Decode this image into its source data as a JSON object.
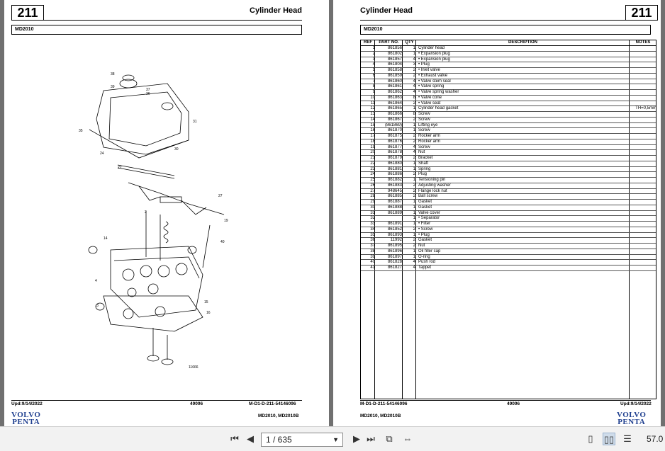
{
  "page_left": {
    "section_number": "211",
    "title": "Cylinder Head",
    "model": "MD2010",
    "footer_date": "Upd:9/14/2022",
    "footer_code": "49096",
    "footer_ref": "M-D1-D-211-54146096",
    "footer_models": "MD2010, MD2010B",
    "diagram_id": "11666",
    "logo_line1": "VOLVO",
    "logo_line2": "PENTA"
  },
  "page_right": {
    "section_number": "211",
    "title": "Cylinder Head",
    "model": "MD2010",
    "footer_date": "Upd:9/14/2022",
    "footer_code": "49096",
    "footer_ref": "M-D1-D-211-54146096",
    "footer_models": "MD2010, MD2010B",
    "logo_line1": "VOLVO",
    "logo_line2": "PENTA",
    "table_headers": {
      "ref": "REF",
      "part_no": "PART NO.",
      "qty": "QTY",
      "description": "DESCRIPTION",
      "notes": "NOTES"
    },
    "rows": [
      {
        "ref": "1",
        "pn": "861856",
        "qty": "1",
        "desc": "Cylinder head",
        "notes": ""
      },
      {
        "ref": "2",
        "pn": "861802",
        "qty": "1",
        "desc": "• Expansion plug",
        "notes": ""
      },
      {
        "ref": "3",
        "pn": "861857",
        "qty": "4",
        "desc": "• Expansion plug",
        "notes": ""
      },
      {
        "ref": "4",
        "pn": "861804",
        "qty": "3",
        "desc": "• Plug",
        "notes": ""
      },
      {
        "ref": "5",
        "pn": "861858",
        "qty": "2",
        "desc": "• Inlet valve",
        "notes": ""
      },
      {
        "ref": "6",
        "pn": "861859",
        "qty": "2",
        "desc": "• Exhaust valve",
        "notes": ""
      },
      {
        "ref": "7",
        "pn": "861860",
        "qty": "4",
        "desc": "• Valve stem seal",
        "notes": ""
      },
      {
        "ref": "8",
        "pn": "861861",
        "qty": "4",
        "desc": "• Valve spring",
        "notes": ""
      },
      {
        "ref": "9",
        "pn": "861862",
        "qty": "4",
        "desc": "• Valve spring washer",
        "notes": ""
      },
      {
        "ref": "10",
        "pn": "861863",
        "qty": "8",
        "desc": "• Valve cone",
        "notes": ""
      },
      {
        "ref": "11",
        "pn": "861864",
        "qty": "2",
        "desc": "• Valve seat",
        "notes": ""
      },
      {
        "ref": "12",
        "pn": "861865",
        "qty": "1",
        "desc": "Cylinder head gasket",
        "notes": "TH=0,5mm"
      },
      {
        "ref": "13",
        "pn": "861866",
        "qty": "8",
        "desc": "Screw",
        "notes": ""
      },
      {
        "ref": "14",
        "pn": "861867",
        "qty": "2",
        "desc": "Screw",
        "notes": ""
      },
      {
        "ref": "15",
        "pn": "(861869)",
        "qty": "1",
        "desc": "Lifting eye",
        "notes": ""
      },
      {
        "ref": "16",
        "pn": "861870",
        "qty": "1",
        "desc": "Screw",
        "notes": ""
      },
      {
        "ref": "17",
        "pn": "861875",
        "qty": "2",
        "desc": "Rocker arm",
        "notes": ""
      },
      {
        "ref": "18",
        "pn": "861876",
        "qty": "2",
        "desc": "Rocker arm",
        "notes": ""
      },
      {
        "ref": "19",
        "pn": "861877",
        "qty": "4",
        "desc": "Screw",
        "notes": ""
      },
      {
        "ref": "20",
        "pn": "861878",
        "qty": "4",
        "desc": "Nut",
        "notes": ""
      },
      {
        "ref": "21",
        "pn": "861879",
        "qty": "2",
        "desc": "Bracket",
        "notes": ""
      },
      {
        "ref": "22",
        "pn": "861880",
        "qty": "1",
        "desc": "Shaft",
        "notes": ""
      },
      {
        "ref": "23",
        "pn": "861881",
        "qty": "1",
        "desc": "Spring",
        "notes": ""
      },
      {
        "ref": "24",
        "pn": "861886",
        "qty": "2",
        "desc": "Plug",
        "notes": ""
      },
      {
        "ref": "25",
        "pn": "861882",
        "qty": "1",
        "desc": "Tensioning pin",
        "notes": ""
      },
      {
        "ref": "26",
        "pn": "861883",
        "qty": "2",
        "desc": "Adjusting washer",
        "notes": ""
      },
      {
        "ref": "27",
        "pn": "948645",
        "qty": "2",
        "desc": "Flange lock nut",
        "notes": ""
      },
      {
        "ref": "28",
        "pn": "861885",
        "qty": "2",
        "desc": "Ball screw",
        "notes": ""
      },
      {
        "ref": "29",
        "pn": "861887",
        "qty": "1",
        "desc": "Gasket",
        "notes": ""
      },
      {
        "ref": "30",
        "pn": "861888",
        "qty": "1",
        "desc": "Gasket",
        "notes": ""
      },
      {
        "ref": "31",
        "pn": "861889",
        "qty": "1",
        "desc": "Valve cover",
        "notes": ""
      },
      {
        "ref": "32",
        "pn": "",
        "qty": "1",
        "desc": "• Separator",
        "notes": ""
      },
      {
        "ref": "33",
        "pn": "861891",
        "qty": "1",
        "desc": "• Filter",
        "notes": ""
      },
      {
        "ref": "34",
        "pn": "861852",
        "qty": "2",
        "desc": "• Screw",
        "notes": ""
      },
      {
        "ref": "35",
        "pn": "861893",
        "qty": "1",
        "desc": "• Plug",
        "notes": ""
      },
      {
        "ref": "36",
        "pn": "11992",
        "qty": "2",
        "desc": "Gasket",
        "notes": ""
      },
      {
        "ref": "37",
        "pn": "861895",
        "qty": "2",
        "desc": "Nut",
        "notes": ""
      },
      {
        "ref": "38",
        "pn": "861896",
        "qty": "1",
        "desc": "Oil filler cap",
        "notes": ""
      },
      {
        "ref": "39",
        "pn": "861897",
        "qty": "1",
        "desc": "O-ring",
        "notes": ""
      },
      {
        "ref": "40",
        "pn": "861828",
        "qty": "4",
        "desc": "Push rod",
        "notes": ""
      },
      {
        "ref": "41",
        "pn": "861827",
        "qty": "4",
        "desc": "Tappet",
        "notes": ""
      }
    ]
  },
  "toolbar": {
    "page_display": "1 / 635",
    "zoom": "57.0",
    "icons": [
      "first-page-icon",
      "prev-page-icon",
      "next-page-icon",
      "last-page-icon",
      "fit-page-icon",
      "fit-width-icon",
      "single-page-icon",
      "two-page-icon",
      "continuous-icon"
    ]
  }
}
